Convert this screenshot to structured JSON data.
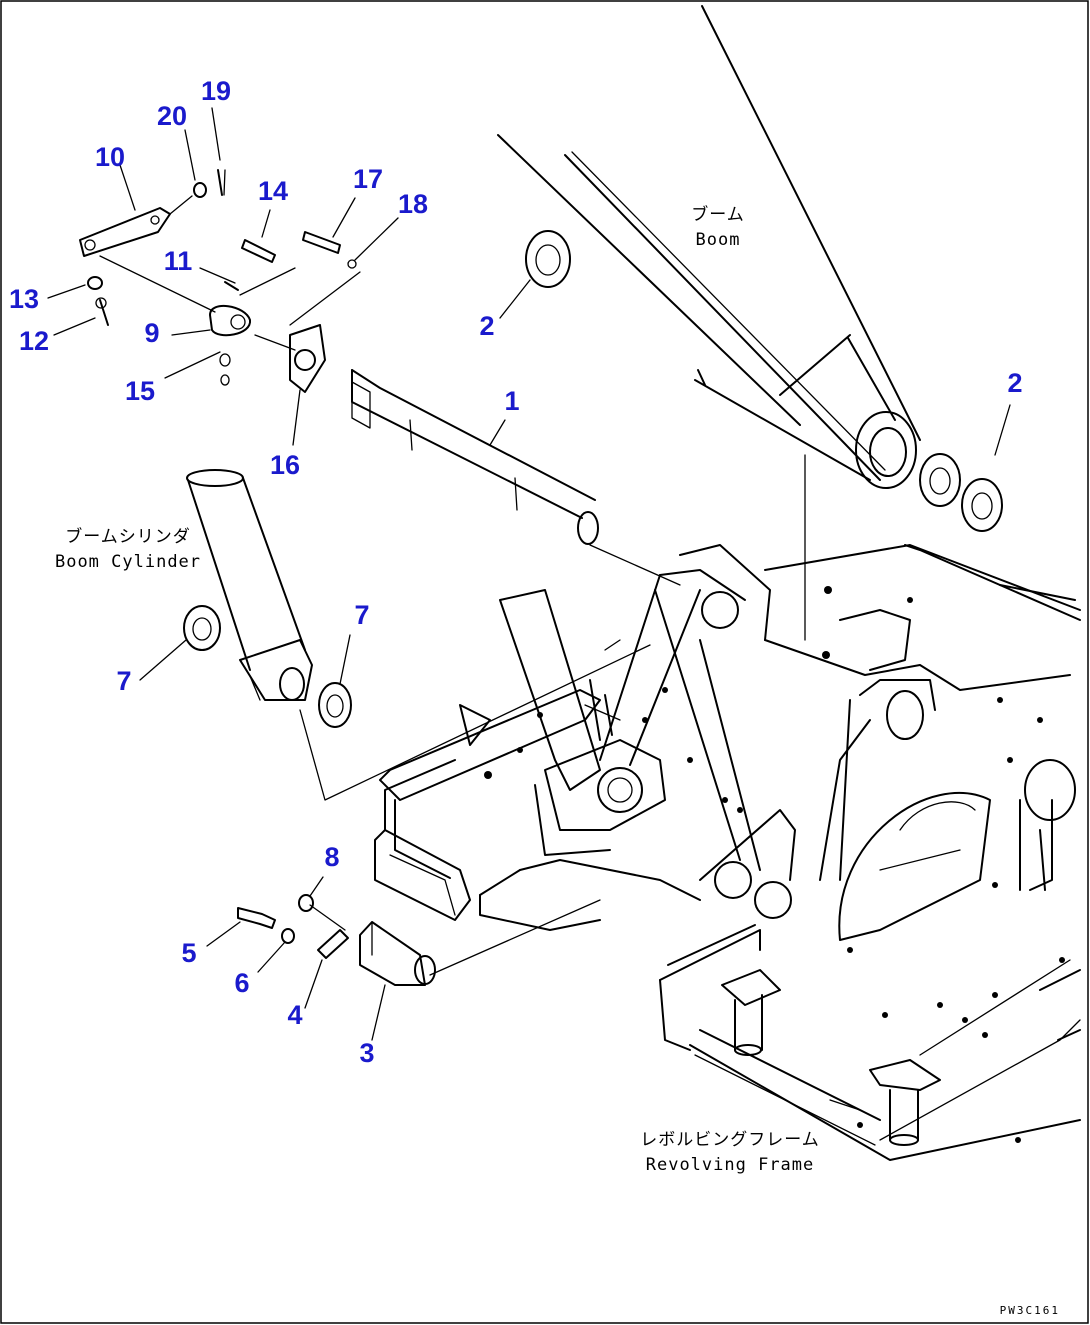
{
  "labels": {
    "boom_jp": "ブーム",
    "boom_en": "Boom",
    "boom_cylinder_jp": "ブームシリンダ",
    "boom_cylinder_en": "Boom Cylinder",
    "revolving_frame_jp": "レボルビングフレーム",
    "revolving_frame_en": "Revolving Frame"
  },
  "drawing_code": "PW3C161",
  "callouts": [
    "1",
    "2",
    "2",
    "3",
    "4",
    "5",
    "6",
    "7",
    "7",
    "8",
    "9",
    "10",
    "11",
    "12",
    "13",
    "14",
    "15",
    "16",
    "17",
    "18",
    "19",
    "20"
  ],
  "colors": {
    "callout": "#1a1acc",
    "linework": "#000000",
    "background": "#ffffff"
  }
}
